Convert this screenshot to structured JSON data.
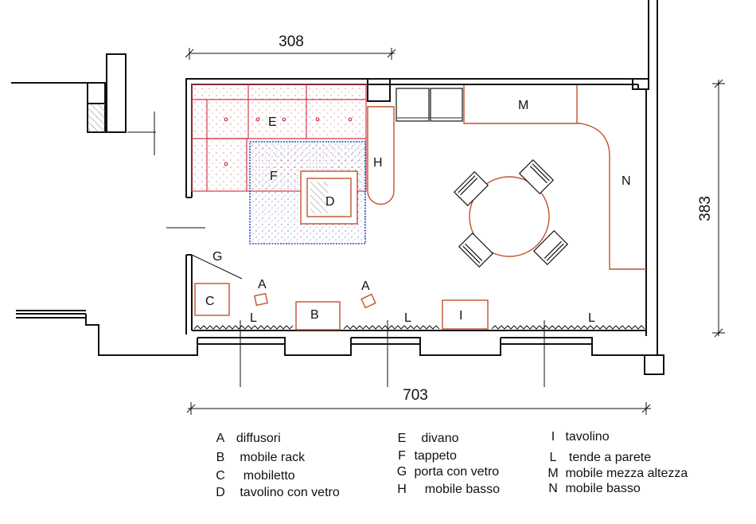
{
  "dimensions": {
    "top_width": "308",
    "bottom_width": "703",
    "right_height": "383"
  },
  "room_labels": {
    "A1": "A",
    "A2": "A",
    "B": "B",
    "C": "C",
    "D": "D",
    "E": "E",
    "F": "F",
    "G": "G",
    "H": "H",
    "I": "I",
    "L1": "L",
    "L2": "L",
    "L3": "L",
    "M": "M",
    "N": "N"
  },
  "legend": [
    {
      "key": "A",
      "text": "diffusori"
    },
    {
      "key": "B",
      "text": "mobile rack"
    },
    {
      "key": "C",
      "text": "mobiletto"
    },
    {
      "key": "D",
      "text": "tavolino con vetro"
    },
    {
      "key": "E",
      "text": "divano"
    },
    {
      "key": "F",
      "text": "tappeto"
    },
    {
      "key": "G",
      "text": "porta con vetro"
    },
    {
      "key": "H",
      "text": "mobile basso"
    },
    {
      "key": "I",
      "text": "tavolino"
    },
    {
      "key": "L",
      "text": "tende a parete"
    },
    {
      "key": "M",
      "text": "mobile mezza altezza"
    },
    {
      "key": "N",
      "text": "mobile basso"
    }
  ],
  "colors": {
    "wall": "#111111",
    "furniture": "#c0522a",
    "sofa": "#d23a4a",
    "rug": "#2a4fc8"
  }
}
